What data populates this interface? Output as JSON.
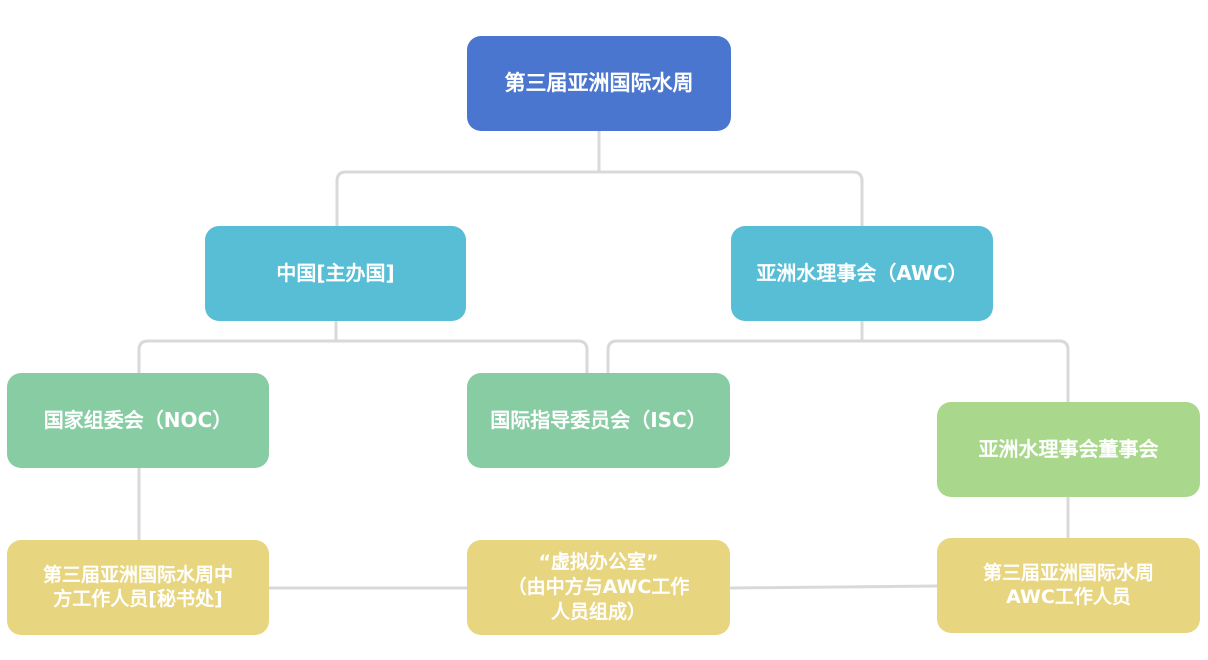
{
  "root": {
    "label": "第三届亚洲国际水周"
  },
  "level2": {
    "china": "中国[主办国]",
    "awc": "亚洲水理事会（AWC）"
  },
  "level3": {
    "noc": "国家组委会（NOC）",
    "isc": "国际指导委员会（ISC）",
    "board": "亚洲水理事会董事会"
  },
  "level4": {
    "china_staff": "第三届亚洲国际水周中\n方工作人员[秘书处]",
    "virtual_office": "“虚拟办公室”\n（由中方与AWC工作\n人员组成）",
    "awc_staff": "第三届亚洲国际水周\nAWC工作人员"
  },
  "colors": {
    "root": "#4A76CF",
    "level2": "#57BED6",
    "level3": "#87CCA3",
    "board": "#A9D78C",
    "level4": "#E8D57F",
    "connector": "#D9D9D9"
  }
}
